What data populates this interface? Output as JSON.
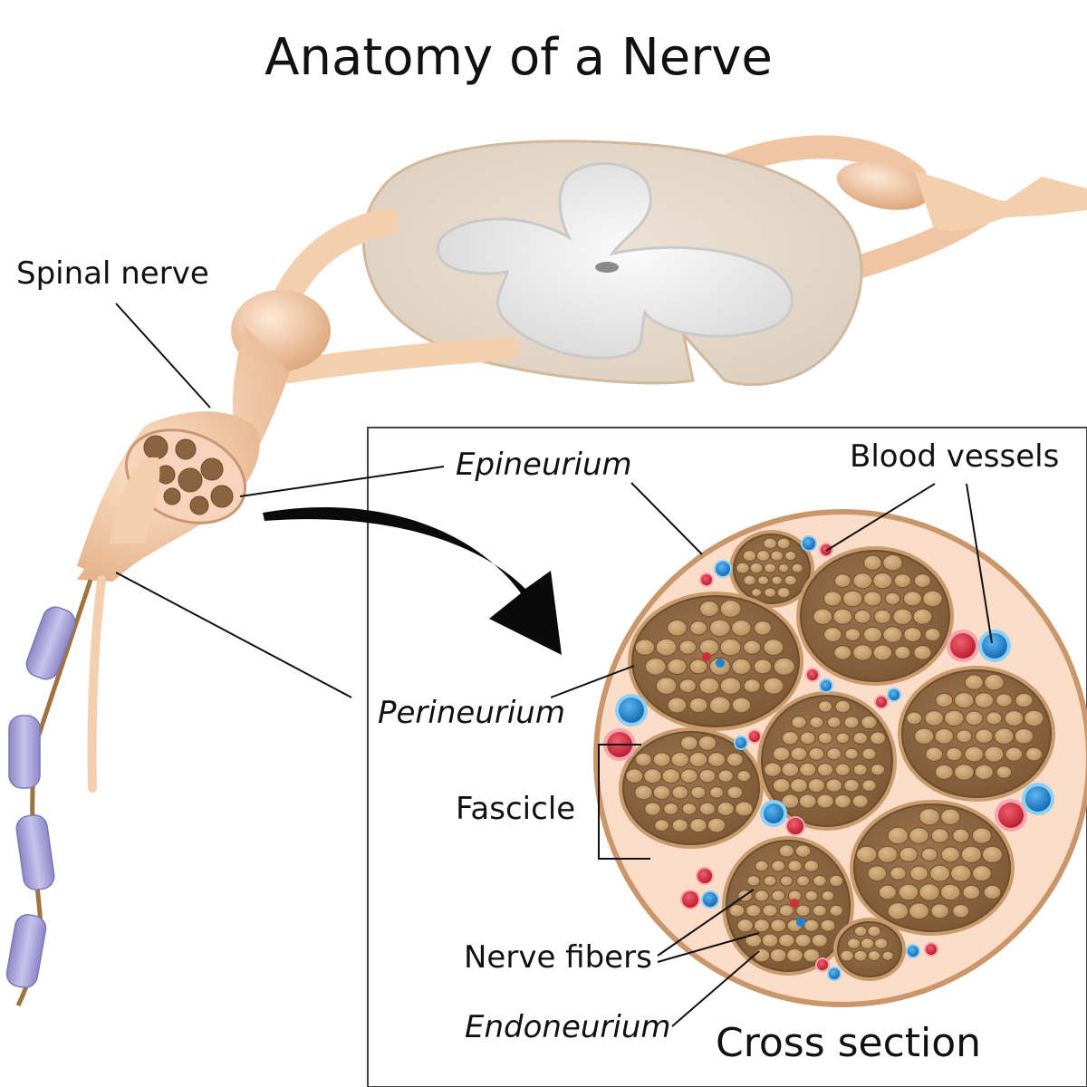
{
  "title": "Anatomy of a Nerve",
  "labels": {
    "spinal_nerve": "Spinal nerve",
    "epineurium": "Epineurium",
    "blood_vessels": "Blood vessels",
    "perineurium": "Perineurium",
    "fascicle": "Fascicle",
    "nerve_fibers": "Nerve fibers",
    "endoneurium": "Endoneurium",
    "cross_section": "Cross section"
  },
  "colors": {
    "nerve_tissue": "#f3cfad",
    "spinal_cord": "#e8ddd0",
    "grey_matter": "#ededed",
    "myelin": "#b3aedd",
    "fascicle": "#a27b52",
    "fiber": "#c7a26f",
    "epineurium": "#fbdcc8",
    "artery": "#d22b3a",
    "vein": "#1f84cf"
  }
}
